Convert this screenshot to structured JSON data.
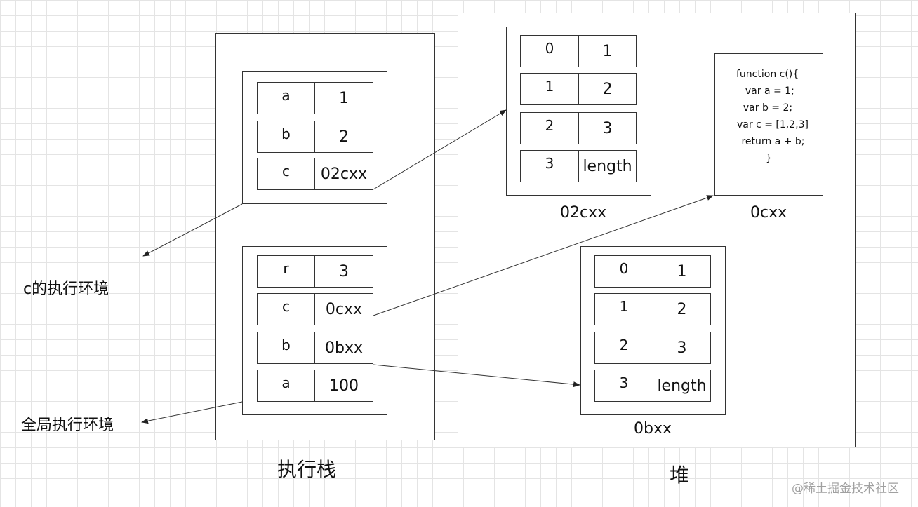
{
  "stack": {
    "title": "执行栈",
    "c_frame": {
      "label": "c的执行环境",
      "rows": [
        {
          "key": "a",
          "value": "1"
        },
        {
          "key": "b",
          "value": "2"
        },
        {
          "key": "c",
          "value": "02cxx"
        }
      ]
    },
    "global_frame": {
      "label": "全局执行环境",
      "rows": [
        {
          "key": "r",
          "value": "3"
        },
        {
          "key": "c",
          "value": "0cxx"
        },
        {
          "key": "b",
          "value": "0bxx"
        },
        {
          "key": "a",
          "value": "100"
        }
      ]
    }
  },
  "heap": {
    "title": "堆",
    "array_02cxx": {
      "label": "02cxx",
      "rows": [
        {
          "key": "0",
          "value": "1"
        },
        {
          "key": "1",
          "value": "2"
        },
        {
          "key": "2",
          "value": "3"
        },
        {
          "key": "3",
          "value": "length"
        }
      ]
    },
    "function_0cxx": {
      "label": "0cxx",
      "code": [
        "function c(){",
        "  var a = 1;",
        "  var b = 2;",
        "var c = [1,2,3]",
        " return a + b;",
        "}"
      ]
    },
    "array_0bxx": {
      "label": "0bxx",
      "rows": [
        {
          "key": "0",
          "value": "1"
        },
        {
          "key": "1",
          "value": "2"
        },
        {
          "key": "2",
          "value": "3"
        },
        {
          "key": "3",
          "value": "length"
        }
      ]
    }
  },
  "watermark": "@稀土掘金技术社区",
  "colors": {
    "line": "#333333",
    "grid": "#e4e4e4",
    "watermark": "#a0a0a0"
  }
}
